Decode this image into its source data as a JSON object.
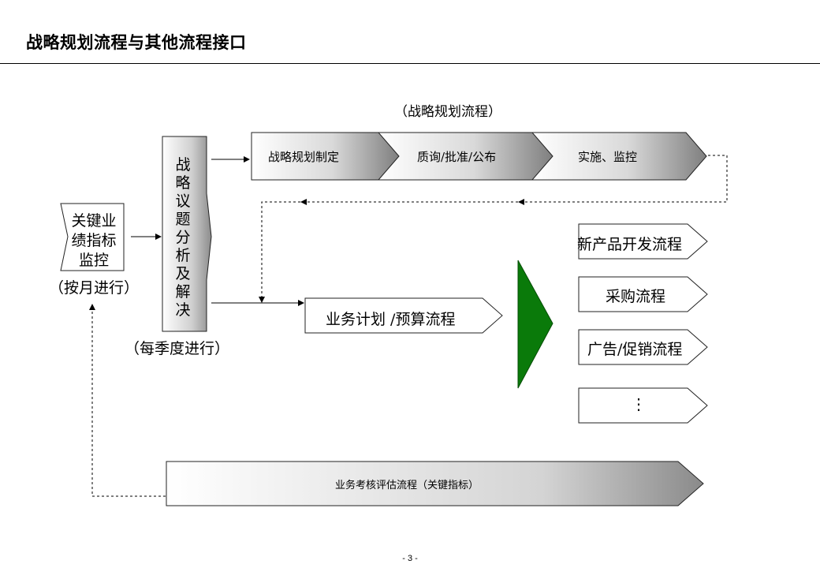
{
  "page": {
    "title": "战略规划流程与其他流程接口",
    "page_number": "- 3 -"
  },
  "strategy_process": {
    "label": "（战略规划流程）",
    "steps": [
      "战略规划制定",
      "质询/批准/公布",
      "实施、监控"
    ]
  },
  "kpi_box": {
    "lines": [
      "关键业",
      "绩指标",
      "监控"
    ],
    "note": "（按月进行）"
  },
  "issue_analysis": {
    "text": "战略议题分析及解决",
    "note": "（每季度进行）"
  },
  "business_plan": {
    "label": "业务计划 /预算流程"
  },
  "other_processes": {
    "items": [
      "新产品开发流程",
      "采购流程",
      "广告/促销流程",
      "⋮"
    ]
  },
  "evaluation_process": {
    "label": "业务考核评估流程（关键指标）"
  },
  "colors": {
    "arrow_dark": "#8a8a8a",
    "arrow_light": "#ffffff",
    "green_triangle": "#0a7a0a",
    "line": "#000000"
  }
}
